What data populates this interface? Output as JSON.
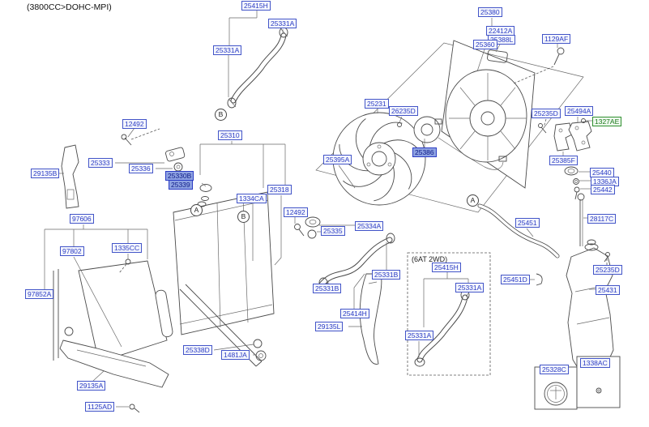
{
  "page": {
    "engine_note": "(3800CC>DOHC-MPI)",
    "variant_note": "(6AT 2WD)"
  },
  "colors": {
    "label_text": "#2b3cc4",
    "label_border": "#4355c8",
    "label_bg": "#f4f6fd",
    "highlight_bg": "#8ea2e2",
    "green_label": "#1c7a1c",
    "line_art": "#4a4a4a"
  },
  "labels": [
    {
      "text": "25415H",
      "style": "normal"
    },
    {
      "text": "25331A",
      "style": "normal"
    },
    {
      "text": "25331A",
      "style": "normal"
    },
    {
      "text": "25380",
      "style": "normal"
    },
    {
      "text": "22412A",
      "style": "normal"
    },
    {
      "text": "25388L",
      "style": "normal"
    },
    {
      "text": "25360",
      "style": "normal"
    },
    {
      "text": "1129AF",
      "style": "normal"
    },
    {
      "text": "25231",
      "style": "normal"
    },
    {
      "text": "26235D",
      "style": "normal"
    },
    {
      "text": "25386",
      "style": "highlight"
    },
    {
      "text": "25395A",
      "style": "normal"
    },
    {
      "text": "12492",
      "style": "normal"
    },
    {
      "text": "25310",
      "style": "normal"
    },
    {
      "text": "25333",
      "style": "normal"
    },
    {
      "text": "25336",
      "style": "normal"
    },
    {
      "text": "25330B",
      "style": "highlight"
    },
    {
      "text": "25339",
      "style": "highlight"
    },
    {
      "text": "1334CA",
      "style": "normal"
    },
    {
      "text": "25318",
      "style": "normal"
    },
    {
      "text": "12492",
      "style": "normal"
    },
    {
      "text": "25335",
      "style": "normal"
    },
    {
      "text": "25334A",
      "style": "normal"
    },
    {
      "text": "25331B",
      "style": "normal"
    },
    {
      "text": "25331B",
      "style": "normal"
    },
    {
      "text": "25414H",
      "style": "normal"
    },
    {
      "text": "29135L",
      "style": "normal"
    },
    {
      "text": "25338D",
      "style": "normal"
    },
    {
      "text": "1481JA",
      "style": "normal"
    },
    {
      "text": "29135B",
      "style": "normal"
    },
    {
      "text": "97606",
      "style": "normal"
    },
    {
      "text": "97802",
      "style": "normal"
    },
    {
      "text": "1335CC",
      "style": "normal"
    },
    {
      "text": "97852A",
      "style": "normal"
    },
    {
      "text": "29135A",
      "style": "normal"
    },
    {
      "text": "1125AD",
      "style": "normal"
    },
    {
      "text": "25235D",
      "style": "normal"
    },
    {
      "text": "25494A",
      "style": "normal"
    },
    {
      "text": "1327AE",
      "style": "green"
    },
    {
      "text": "25385F",
      "style": "normal"
    },
    {
      "text": "25440",
      "style": "normal"
    },
    {
      "text": "1336JA",
      "style": "normal"
    },
    {
      "text": "25442",
      "style": "normal"
    },
    {
      "text": "28117C",
      "style": "normal"
    },
    {
      "text": "25451",
      "style": "normal"
    },
    {
      "text": "25235D",
      "style": "normal"
    },
    {
      "text": "25451D",
      "style": "normal"
    },
    {
      "text": "25431",
      "style": "normal"
    },
    {
      "text": "25415H",
      "style": "normal"
    },
    {
      "text": "25331A",
      "style": "normal"
    },
    {
      "text": "25331A",
      "style": "normal"
    },
    {
      "text": "25328C",
      "style": "normal"
    },
    {
      "text": "1338AC",
      "style": "normal"
    }
  ],
  "markers": [
    "B",
    "A",
    "B",
    "A"
  ]
}
